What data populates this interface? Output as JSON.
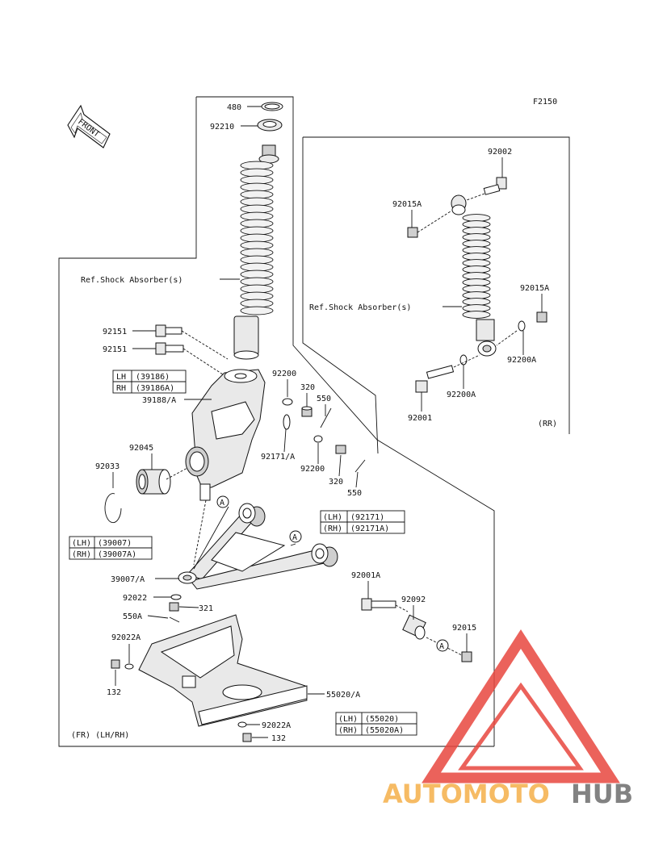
{
  "figure_code": "F2150",
  "front_label": "FRONT",
  "refs": {
    "shock_front": "Ref.Shock Absorber(s)",
    "shock_rear": "Ref.Shock Absorber(s)"
  },
  "section_labels": {
    "rear": "(RR)",
    "front": "(FR) (LH/RH)"
  },
  "parts": {
    "p480": "480",
    "p92210": "92210",
    "p92151a": "92151",
    "p92151b": "92151",
    "p39188a": "39188/A",
    "p92200a": "92200",
    "p320a": "320",
    "p550a": "550",
    "p92045": "92045",
    "p92033": "92033",
    "p92171a": "92171/A",
    "p92200b": "92200",
    "p320b": "320",
    "p550b": "550",
    "p39007a": "39007/A",
    "p92022": "92022",
    "p321": "321",
    "p550A": "550A",
    "p92022A1": "92022A",
    "p132a": "132",
    "p55020a": "55020/A",
    "p92022A2": "92022A",
    "p132b": "132",
    "p92001A": "92001A",
    "p92092": "92092",
    "p92015": "92015",
    "p92002": "92002",
    "p92015A1": "92015A",
    "p92015A2": "92015A",
    "p92200A1": "92200A",
    "p92200A2": "92200A",
    "p92001": "92001",
    "callA1": "A",
    "callA2": "A",
    "callA3": "A"
  },
  "tables": {
    "knuckle": [
      {
        "side": "LH",
        "num": "(39186)"
      },
      {
        "side": "RH",
        "num": "(39186A)"
      }
    ],
    "bushing": [
      {
        "side": "(LH)",
        "num": "(92171)"
      },
      {
        "side": "(RH)",
        "num": "(92171A)"
      }
    ],
    "arm": [
      {
        "side": "(LH)",
        "num": "(39007)"
      },
      {
        "side": "(RH)",
        "num": "(39007A)"
      }
    ],
    "guard": [
      {
        "side": "(LH)",
        "num": "(55020)"
      },
      {
        "side": "(RH)",
        "num": "(55020A)"
      }
    ]
  },
  "watermark": {
    "part1": "AUTOMOTO",
    "part2": "HUB",
    "color_orange": "#f5b04a",
    "color_red": "#e8473f",
    "color_gray": "#6d6d6d"
  }
}
